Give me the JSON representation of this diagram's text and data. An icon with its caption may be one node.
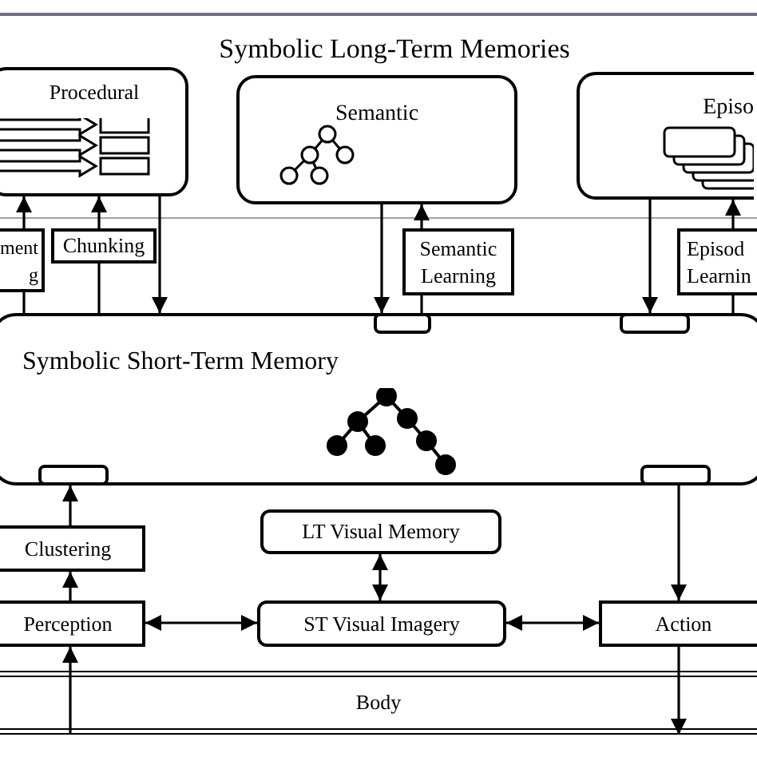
{
  "diagram": {
    "nodes": [
      {
        "text": [
          "Symbolic Long-Term Memories"
        ]
      },
      {
        "text": [
          "Procedural"
        ],
        "in": 0
      },
      {
        "text": [
          "Semantic"
        ],
        "in": 0
      },
      {
        "text": [
          "Episo"
        ],
        "in": 0
      },
      {
        "text": [
          "ment g"
        ]
      },
      {
        "text": [
          "Chunking"
        ]
      },
      {
        "text": [
          "Semantic Learning"
        ]
      },
      {
        "text": [
          "Episod Learnin"
        ]
      },
      {
        "text": [
          "Symbolic Short-Term Memory"
        ]
      },
      {
        "text": [],
        "shape": "box",
        "in": 8
      },
      {
        "text": [],
        "shape": "box",
        "in": 8
      },
      {
        "text": [],
        "shape": "box",
        "in": 8
      },
      {
        "text": [],
        "shape": "box",
        "in": 8
      },
      {
        "text": [
          "Clustering"
        ]
      },
      {
        "text": [
          "Perception"
        ]
      },
      {
        "text": [
          "LT Visual Memory"
        ]
      },
      {
        "text": [
          "ST Visual Imagery"
        ]
      },
      {
        "text": [
          "Action"
        ]
      },
      {
        "text": [
          "Body"
        ]
      }
    ],
    "edges": [
      {
        "from": 4,
        "to": 1,
        "arrow": "to"
      },
      {
        "from": 5,
        "to": 1,
        "arrow": "to"
      },
      {
        "from": 1,
        "to": 8,
        "arrow": "to"
      },
      {
        "from": 2,
        "to": 9,
        "arrow": "to"
      },
      {
        "from": 6,
        "to": 2,
        "arrow": "to"
      },
      {
        "from": 3,
        "to": 10,
        "arrow": "to"
      },
      {
        "from": 7,
        "to": 3,
        "arrow": "to"
      },
      {
        "from": 8,
        "to": 4,
        "arrow": "none"
      },
      {
        "from": 8,
        "to": 5,
        "arrow": "none"
      },
      {
        "from": 9,
        "to": 6,
        "arrow": "none"
      },
      {
        "from": 8,
        "to": 7,
        "arrow": "none"
      },
      {
        "from": 13,
        "to": 11,
        "arrow": "to"
      },
      {
        "from": 14,
        "to": 13,
        "arrow": "to"
      },
      {
        "from": 14,
        "to": 16,
        "arrow": "both"
      },
      {
        "from": 15,
        "to": 16,
        "arrow": "both"
      },
      {
        "from": 16,
        "to": 17,
        "arrow": "both"
      },
      {
        "from": 12,
        "to": 17,
        "arrow": "to"
      },
      {
        "from": 17,
        "to": 18,
        "arrow": "to"
      },
      {
        "from": 18,
        "to": 14,
        "arrow": "to"
      }
    ]
  }
}
